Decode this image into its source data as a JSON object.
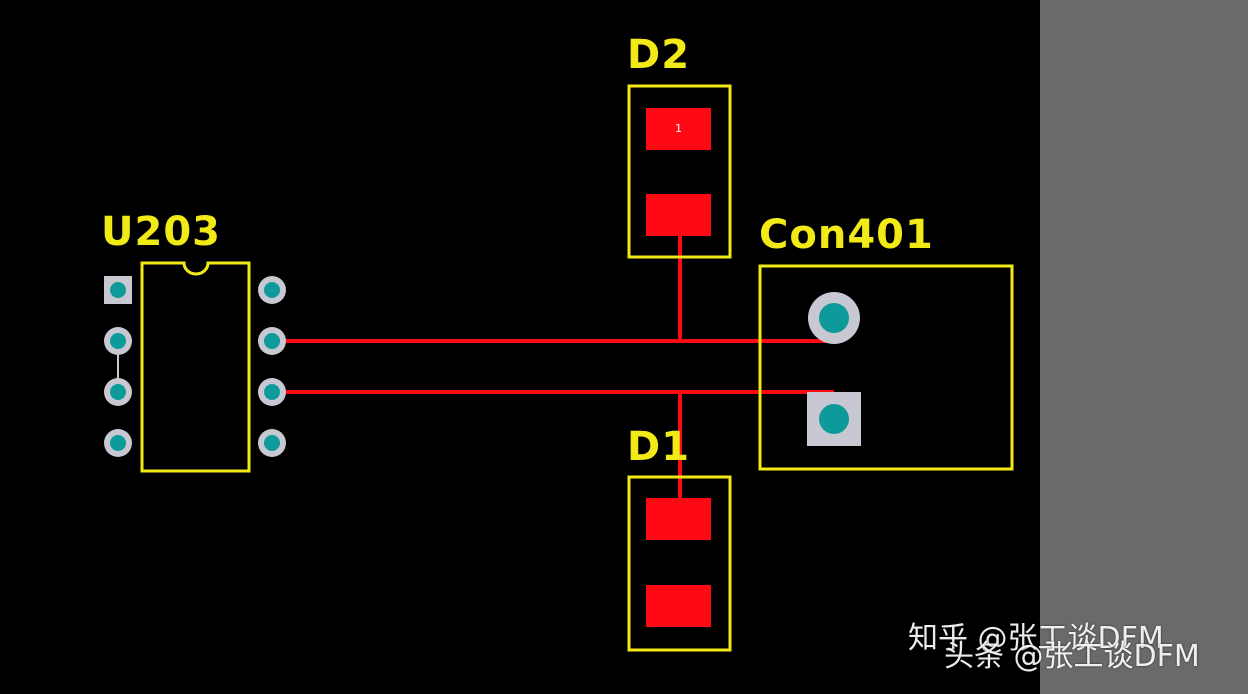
{
  "components": {
    "u203": {
      "designator": "U203"
    },
    "d2": {
      "designator": "D2",
      "pin1_label": "1"
    },
    "d1": {
      "designator": "D1"
    },
    "con401": {
      "designator": "Con401"
    }
  },
  "watermark": {
    "line1": "知乎 @张工谈DFM",
    "line2": "头条 @张工谈DFM"
  },
  "colors": {
    "background": "#000000",
    "silkscreen": "#f2ea16",
    "copper": "#ff0a14",
    "pad_ring": "#c8c8d2",
    "via_fill": "#0e9a9a",
    "side_panel": "#6b6a6b"
  }
}
